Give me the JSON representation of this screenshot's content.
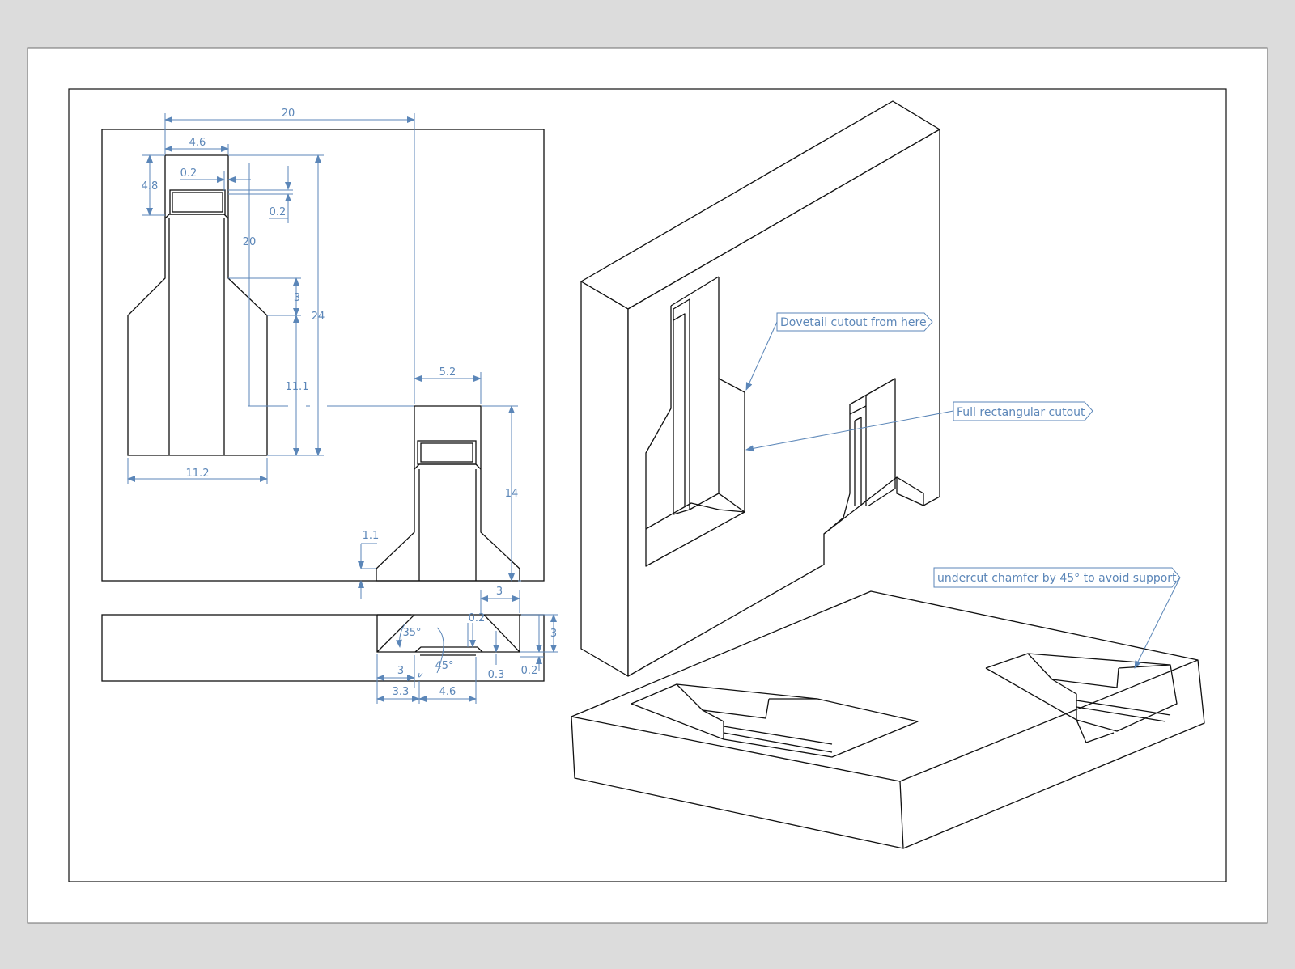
{
  "drawing": {
    "callouts": {
      "dovetail": "Dovetail cutout from here",
      "rectangular": "Full rectangular cutout",
      "chamfer": "undercut chamfer by 45° to avoid support"
    },
    "front_view_dims": {
      "width_total": "20",
      "slot_width": "4.6",
      "slot_depth": "4.8",
      "lip_x": "0.2",
      "lip_y": "0.2",
      "slot_length": "20",
      "chamfer_h": "3",
      "height_total": "24",
      "lower_h": "11.1",
      "base_width": "11.2"
    },
    "mating_part_dims": {
      "top_width": "5.2",
      "height": "14",
      "foot": "1.1"
    },
    "section_dims": {
      "offset": "3",
      "lip": "0.2",
      "thickness": "3",
      "angle_a": "35°",
      "angle_b": "45°",
      "inner": "3",
      "gap": "0.3",
      "bottom": "0.2",
      "left_off": "3.3",
      "slot_w": "4.6"
    }
  }
}
